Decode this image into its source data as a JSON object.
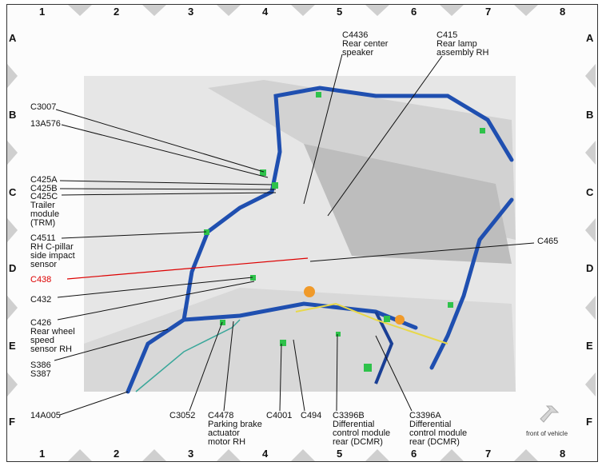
{
  "columns": [
    "1",
    "2",
    "3",
    "4",
    "5",
    "6",
    "7",
    "8"
  ],
  "rows": [
    "A",
    "B",
    "C",
    "D",
    "E",
    "F"
  ],
  "labels": {
    "c3007": "C3007",
    "a13a576": "13A576",
    "c425a": "C425A",
    "c425b": "C425B",
    "c425c": "C425C\nTrailer\nmodule\n(TRM)",
    "c4511": "C4511\nRH C-pillar\nside impact\nsensor",
    "c438": "C438",
    "c432": "C432",
    "c426": "C426\nRear wheel\nspeed\nsensor RH",
    "s386": "S386\nS387",
    "a14a005": "14A005",
    "c3052": "C3052",
    "c4478": "C4478\nParking brake\nactuator\nmotor RH",
    "c4001": "C4001",
    "c494": "C494",
    "c3396b": "C3396B\nDifferential\ncontrol module\nrear (DCMR)",
    "c3396a": "C3396A\nDifferential\ncontrol module\nrear (DCMR)",
    "c4436": "C4436\nRear center\nspeaker",
    "c415": "C415\nRear lamp\nassembly RH",
    "c465": "C465"
  },
  "front_of_vehicle": "front of vehicle",
  "colors": {
    "harness": "#1f4fb0",
    "connector": "#2ec24a",
    "highlight": "#d00000",
    "secondary": "#e8d84a"
  }
}
